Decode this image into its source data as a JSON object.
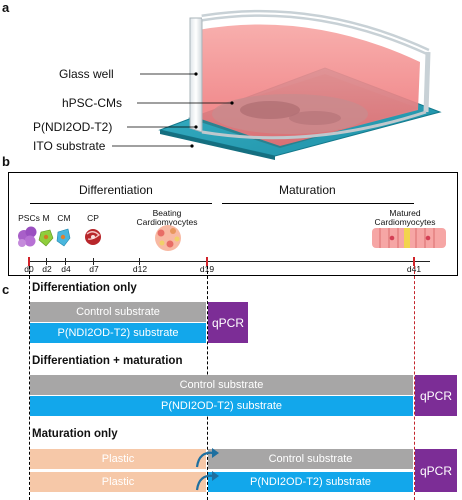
{
  "panels": {
    "a": "a",
    "b": "b",
    "c": "c"
  },
  "panel_a": {
    "labels": {
      "glass_well": "Glass well",
      "hpsc_cms": "hPSC-CMs",
      "polymer": "P(NDI2OD-T2)",
      "ito": "ITO substrate"
    }
  },
  "panel_b": {
    "differentiation": "Differentiation",
    "maturation": "Maturation",
    "stages": {
      "pscs": "PSCs",
      "m": "M",
      "cm": "CM",
      "cp": "CP",
      "beating": "Beating\nCardiomyocytes",
      "matured": "Matured\nCardiomyocytes"
    },
    "days": {
      "d0": "d0",
      "d2": "d2",
      "d4": "d4",
      "d7": "d7",
      "d12": "d12",
      "d19": "d19",
      "d41": "d41"
    }
  },
  "panel_c": {
    "sections": {
      "diff_only": "Differentiation only",
      "diff_mat": "Differentiation + maturation",
      "mat_only": "Maturation only"
    },
    "bars": {
      "control": "Control substrate",
      "polymer": "P(NDI2OD-T2) substrate",
      "plastic": "Plastic"
    },
    "qpcr": "qPCR"
  },
  "colors": {
    "gray": "#a7a6a6",
    "blue": "#12a7eb",
    "peach": "#f6c8a8",
    "purple": "#7c2d96",
    "red": "#d1232a"
  }
}
